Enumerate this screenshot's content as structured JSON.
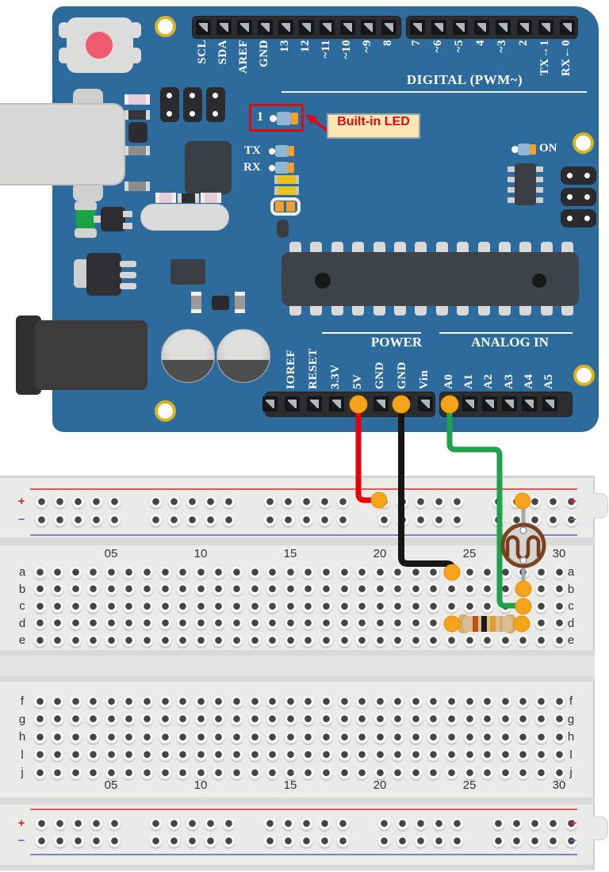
{
  "arduino": {
    "board_color": "#2E6B9D",
    "labels": {
      "digital": "DIGITAL (PWM~)",
      "power": "POWER",
      "analog_in": "ANALOG IN",
      "tx": "TX",
      "rx": "RX",
      "on": "ON",
      "led_pin": "1"
    },
    "headers": {
      "top_left": [
        "SCL",
        "SDA",
        "AREF",
        "GND",
        "13",
        "12",
        "~11",
        "~10",
        "~9",
        "8"
      ],
      "top_right": [
        "7",
        "~6",
        "~5",
        "4",
        "~3",
        "2",
        "TX→1",
        "RX←0"
      ],
      "bottom_left_power": [
        "IOREF",
        "RESET",
        "3.3V",
        "5V",
        "GND",
        "GND",
        "Vin"
      ],
      "bottom_right_analog": [
        "A0",
        "A1",
        "A2",
        "A3",
        "A4",
        "A5"
      ]
    }
  },
  "annotation": {
    "text": "Built-in LED",
    "box_fill": "#FBE7B4",
    "accent": "#E30613"
  },
  "breadboard": {
    "column_labels": [
      "05",
      "10",
      "15",
      "20",
      "25",
      "30"
    ],
    "rows_top": [
      "a",
      "b",
      "c",
      "d",
      "e"
    ],
    "rows_bottom": [
      "f",
      "g",
      "h",
      "l",
      "j"
    ],
    "plus": "+",
    "minus": "−",
    "rail_red": "#D95C5C",
    "rail_blue": "#7D82C8",
    "plus_color": "#CC2B2B",
    "minus_color": "#6A6FC0"
  },
  "circuit": {
    "wires": [
      {
        "name": "5v-wire",
        "color": "#E60009",
        "from": "5V",
        "to": "top + rail col 20"
      },
      {
        "name": "gnd-wire",
        "color": "#161616",
        "from": "GND",
        "to": "row a col 24"
      },
      {
        "name": "a0-wire",
        "color": "#1FA14E",
        "from": "A0",
        "to": "row c col 28"
      }
    ],
    "components": [
      {
        "name": "photoresistor",
        "location": "col 28, + rail to row b"
      },
      {
        "name": "resistor",
        "location": "row d, col 24 to col 28",
        "bands": [
          "orange",
          "black",
          "orange",
          "gold"
        ]
      }
    ]
  }
}
